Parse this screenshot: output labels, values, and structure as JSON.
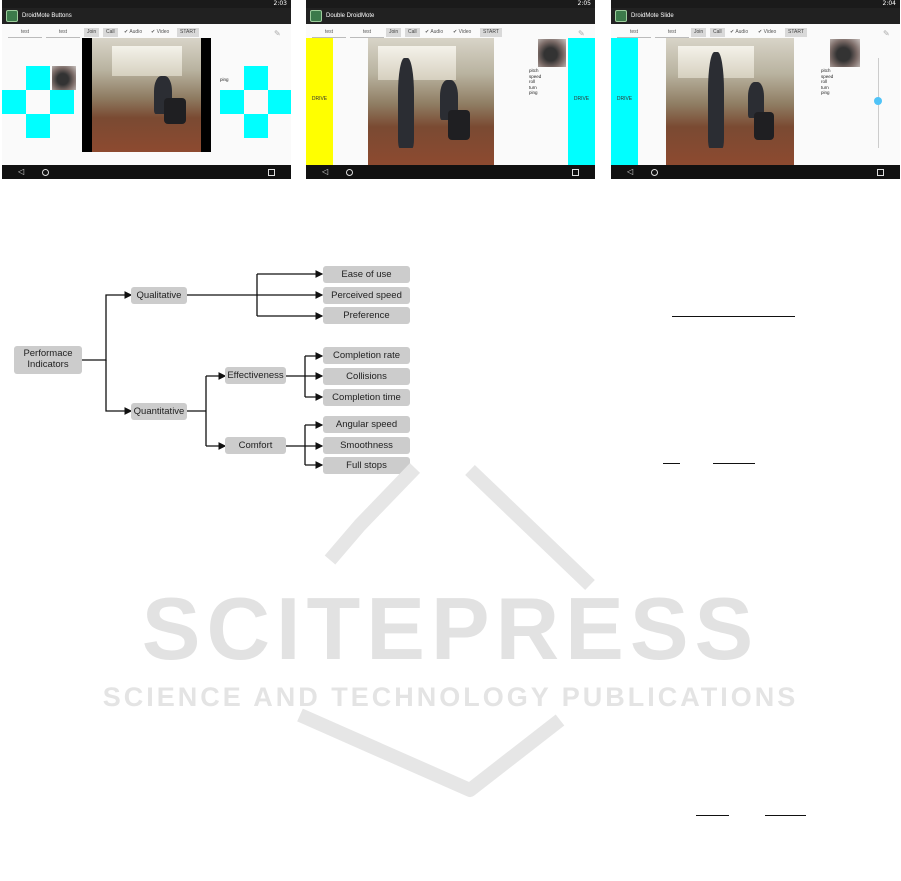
{
  "screenshots": [
    {
      "status_time": "2:03",
      "app_title": "DroidMote Buttons",
      "field1": "test",
      "field2": "test",
      "join": "Join",
      "call": "Call",
      "audio": "Audio",
      "video": "Video",
      "start": "START",
      "telemetry": "ping"
    },
    {
      "status_time": "2:05",
      "app_title": "Double DroidMote",
      "field1": "test",
      "field2": "test",
      "join": "Join",
      "call": "Call",
      "audio": "Audio",
      "video": "Video",
      "start": "START",
      "drive_left": "DRIVE",
      "drive_right": "DRIVE",
      "telemetry": "pitch\nspeed\nroll\nturn\nping"
    },
    {
      "status_time": "2:04",
      "app_title": "DroidMote Slide",
      "field1": "test",
      "field2": "test",
      "join": "Join",
      "call": "Call",
      "audio": "Audio",
      "video": "Video",
      "start": "START",
      "drive_left": "DRIVE",
      "telemetry": "pitch\nspeed\nroll\nturn\nping"
    }
  ],
  "tree": {
    "root": "Performace\nIndicators",
    "qualitative": {
      "label": "Qualitative",
      "children": [
        "Ease of use",
        "Perceived speed",
        "Preference"
      ]
    },
    "quantitative": {
      "label": "Quantitative",
      "effectiveness": {
        "label": "Effectiveness",
        "children": [
          "Completion rate",
          "Collisions",
          "Completion time"
        ]
      },
      "comfort": {
        "label": "Comfort",
        "children": [
          "Angular speed",
          "Smoothness",
          "Full stops"
        ]
      }
    }
  },
  "watermark": {
    "title": "SCITEPRESS",
    "subtitle": "SCIENCE AND TECHNOLOGY PUBLICATIONS"
  },
  "colors": {
    "drive_pad": "#00ffff",
    "drive_yellow": "#ffff00",
    "node_fill": "#cccccc",
    "watermark": "#e2e2e2"
  }
}
